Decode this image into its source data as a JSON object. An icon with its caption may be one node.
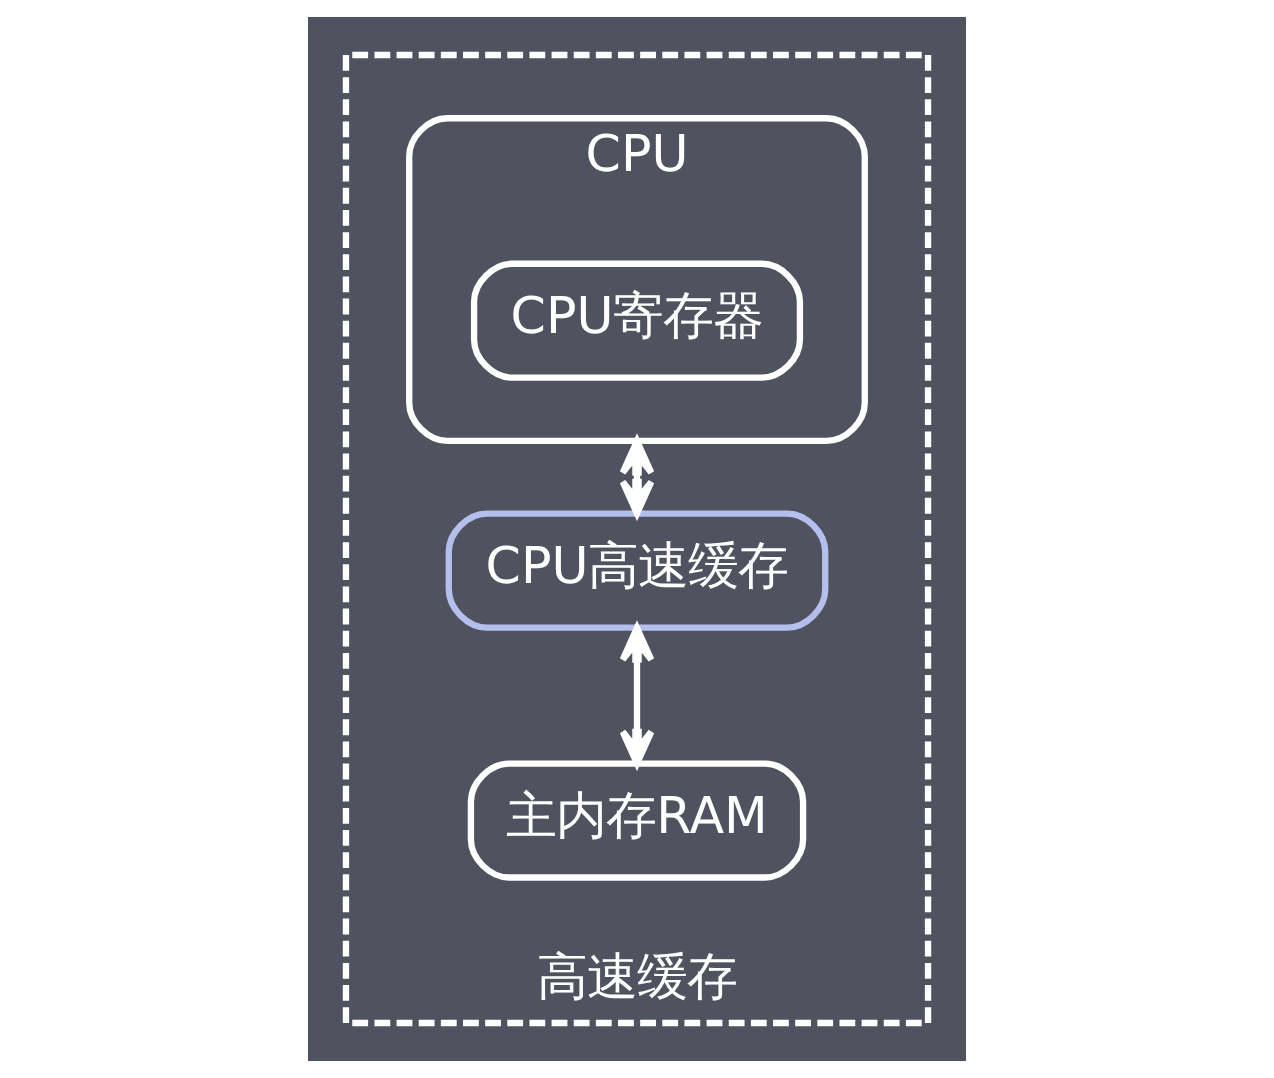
{
  "diagram": {
    "nodes": [
      {
        "text": [
          "高速缓存"
        ]
      },
      {
        "text": [
          "CPU"
        ],
        "in": 0
      },
      {
        "text": [
          "CPU寄存器"
        ],
        "in": 1
      },
      {
        "text": [
          "CPU高速缓存"
        ],
        "in": 0
      },
      {
        "text": [
          "主内存RAM"
        ],
        "in": 0
      }
    ],
    "edges": [
      {
        "from": 1,
        "to": 3,
        "arrow": "both"
      },
      {
        "from": 3,
        "to": 4,
        "arrow": "both"
      }
    ]
  }
}
